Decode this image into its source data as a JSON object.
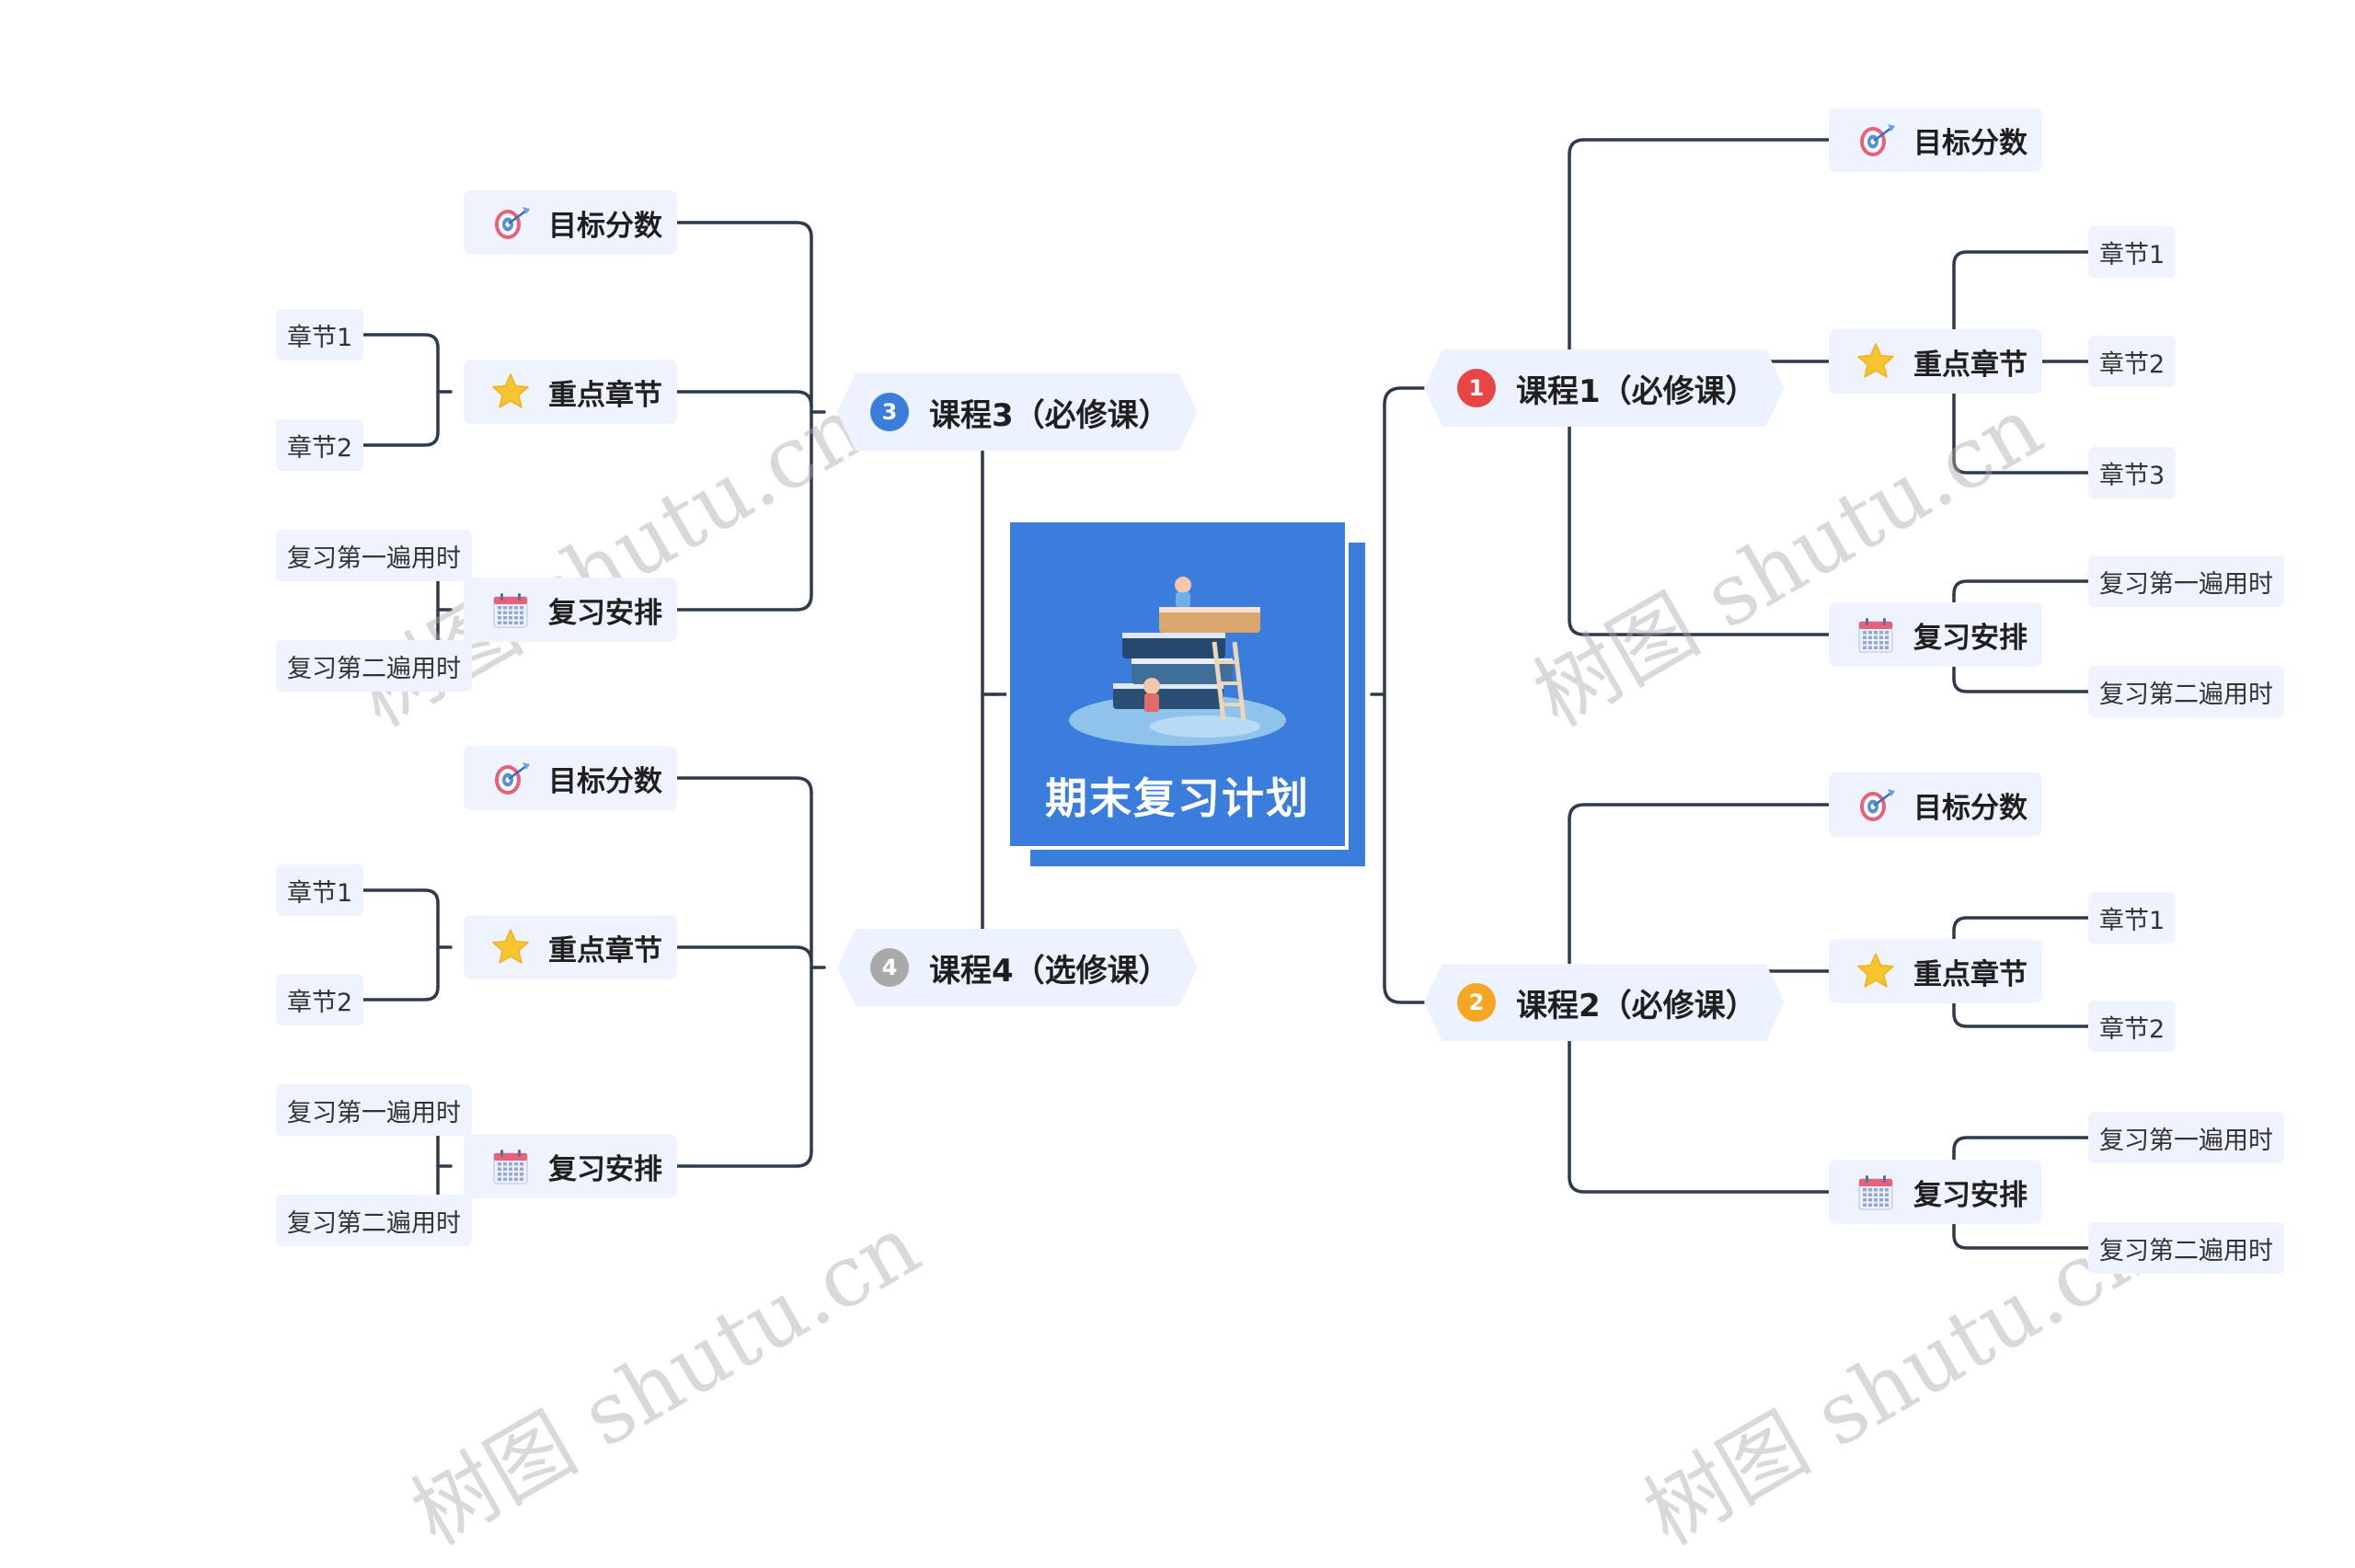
{
  "center": {
    "title": "期末复习计划"
  },
  "colors": {
    "line": "#2f3b4c",
    "center_bg": "#3a7ddc",
    "node_bg": "#ecf2ff"
  },
  "courses": [
    {
      "num": "1",
      "badge_color": "#e84545",
      "label": "课程1（必修课）",
      "side": "right",
      "children": [
        {
          "icon": "target-icon",
          "label": "目标分数",
          "leaves": []
        },
        {
          "icon": "star-icon",
          "label": "重点章节",
          "leaves": [
            "章节1",
            "章节2",
            "章节3"
          ]
        },
        {
          "icon": "calendar-icon",
          "label": "复习安排",
          "leaves": [
            "复习第一遍用时",
            "复习第二遍用时"
          ]
        }
      ]
    },
    {
      "num": "2",
      "badge_color": "#f5a623",
      "label": "课程2（必修课）",
      "side": "right",
      "children": [
        {
          "icon": "target-icon",
          "label": "目标分数",
          "leaves": []
        },
        {
          "icon": "star-icon",
          "label": "重点章节",
          "leaves": [
            "章节1",
            "章节2"
          ]
        },
        {
          "icon": "calendar-icon",
          "label": "复习安排",
          "leaves": [
            "复习第一遍用时",
            "复习第二遍用时"
          ]
        }
      ]
    },
    {
      "num": "3",
      "badge_color": "#3b7ddd",
      "label": "课程3（必修课）",
      "side": "left",
      "children": [
        {
          "icon": "target-icon",
          "label": "目标分数",
          "leaves": []
        },
        {
          "icon": "star-icon",
          "label": "重点章节",
          "leaves": [
            "章节1",
            "章节2"
          ]
        },
        {
          "icon": "calendar-icon",
          "label": "复习安排",
          "leaves": [
            "复习第一遍用时",
            "复习第二遍用时"
          ]
        }
      ]
    },
    {
      "num": "4",
      "badge_color": "#a9a9a9",
      "label": "课程4（选修课）",
      "side": "left",
      "children": [
        {
          "icon": "target-icon",
          "label": "目标分数",
          "leaves": []
        },
        {
          "icon": "star-icon",
          "label": "重点章节",
          "leaves": [
            "章节1",
            "章节2"
          ]
        },
        {
          "icon": "calendar-icon",
          "label": "复习安排",
          "leaves": [
            "复习第一遍用时",
            "复习第二遍用时"
          ]
        }
      ]
    }
  ],
  "watermark": "树图 shutu.cn"
}
